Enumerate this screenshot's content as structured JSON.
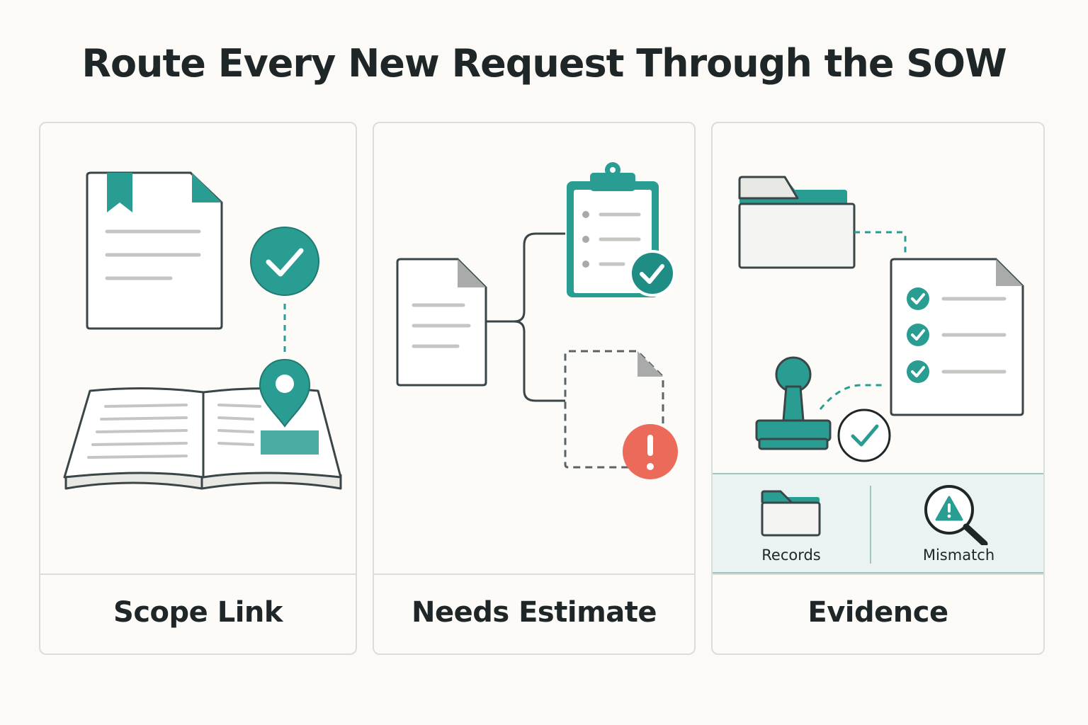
{
  "title": "Route Every New Request Through the SOW",
  "colors": {
    "teal": "#2a9d92",
    "ink": "#3a4548",
    "alert": "#ec6a5a",
    "card_border": "#dcdcd8"
  },
  "cards": [
    {
      "label": "Scope Link",
      "icons": [
        "sow-document-icon",
        "check-circle-icon",
        "location-pin-icon",
        "open-book-icon"
      ]
    },
    {
      "label": "Needs Estimate",
      "icons": [
        "request-document-icon",
        "clipboard-checklist-icon",
        "check-badge-icon",
        "dashed-document-icon",
        "alert-icon"
      ]
    },
    {
      "label": "Evidence",
      "icons": [
        "folder-icon",
        "checklist-document-icon",
        "stamp-icon",
        "check-circle-icon"
      ],
      "legend": [
        {
          "label": "Records",
          "icon": "folder-icon"
        },
        {
          "label": "Mismatch",
          "icon": "warning-magnifier-icon"
        }
      ]
    }
  ]
}
